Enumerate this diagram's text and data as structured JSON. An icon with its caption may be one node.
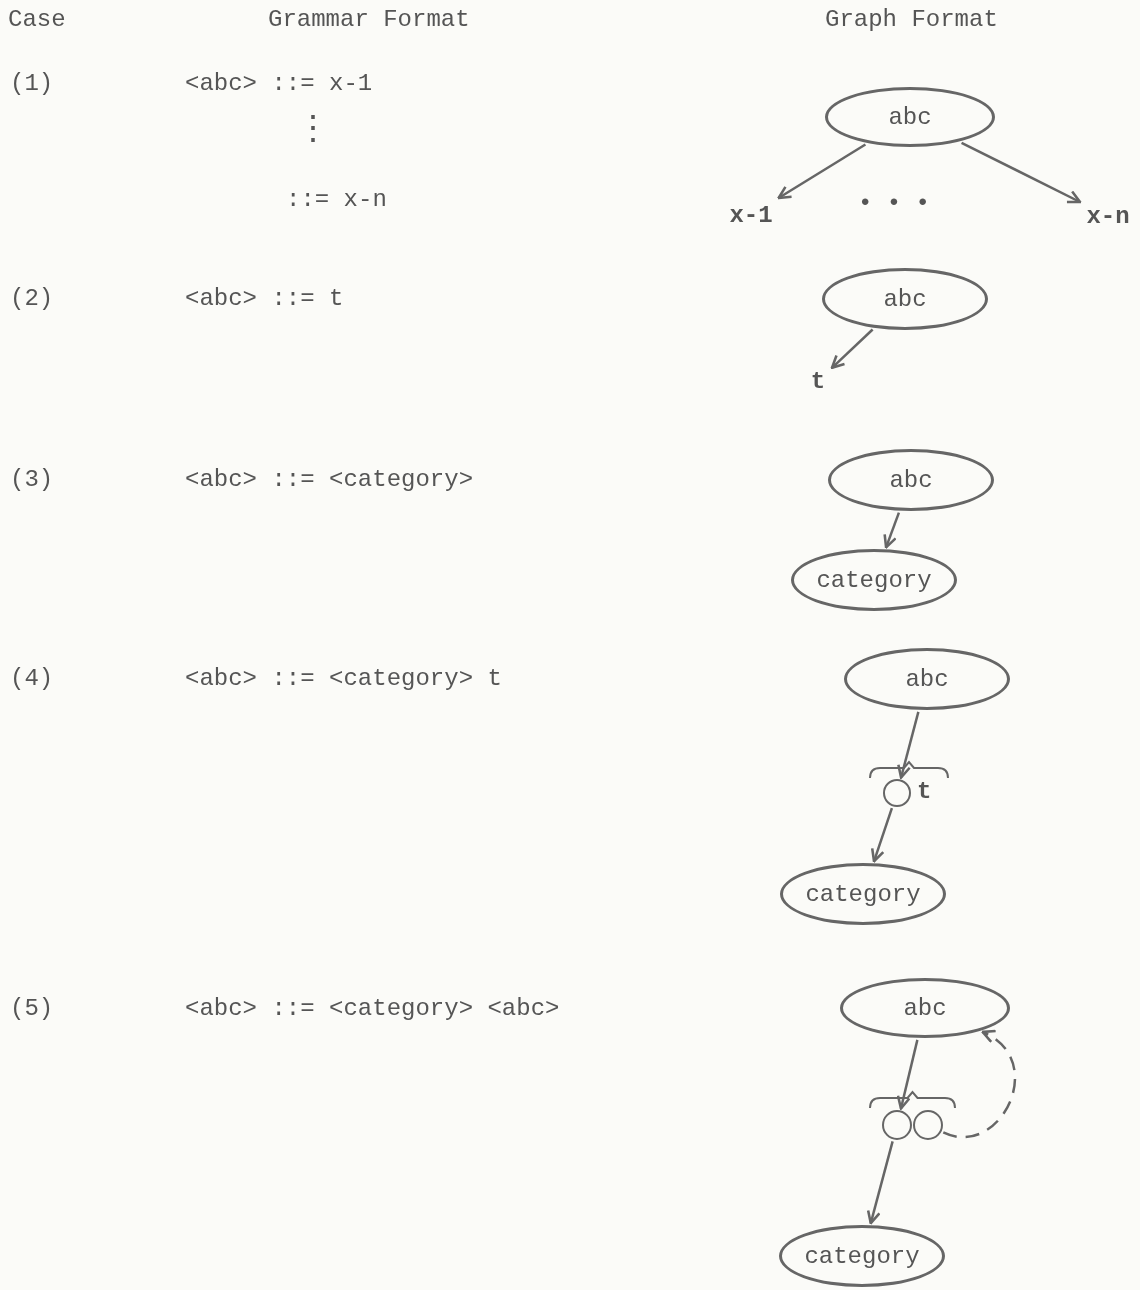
{
  "diagram": {
    "nodes": [
      {
        "text": [
          "abc"
        ]
      },
      {
        "text": [
          "x-1"
        ]
      },
      {
        "text": [
          "x-n"
        ]
      },
      {
        "text": [
          "abc"
        ]
      },
      {
        "text": [
          "t"
        ]
      },
      {
        "text": [
          "abc"
        ]
      },
      {
        "text": [
          "category"
        ]
      },
      {
        "text": [
          "abc"
        ]
      },
      {
        "text": [],
        "shape": "circle",
        "beside": [
          "t"
        ]
      },
      {
        "text": [
          "category"
        ]
      },
      {
        "text": [
          "abc"
        ]
      },
      {
        "text": [],
        "shape": "circle"
      },
      {
        "text": [],
        "shape": "circle"
      },
      {
        "text": [
          "category"
        ]
      }
    ],
    "edges": [
      {
        "from": 0,
        "to": 1,
        "arrow": "to"
      },
      {
        "from": 0,
        "to": 2,
        "arrow": "to"
      },
      {
        "from": 3,
        "to": 4,
        "arrow": "to"
      },
      {
        "from": 5,
        "to": 6,
        "arrow": "to"
      },
      {
        "from": 7,
        "to": 8,
        "arrow": "to"
      },
      {
        "from": 8,
        "to": 9,
        "arrow": "to"
      },
      {
        "from": 10,
        "to": 11,
        "arrow": "to"
      },
      {
        "from": 11,
        "to": 13,
        "arrow": "to"
      },
      {
        "from": 12,
        "to": 10,
        "arrow": "to",
        "style": "dashed"
      }
    ],
    "labels": [
      "Case",
      "Grammar Format",
      "Graph Format",
      "(1)",
      "<abc> ::= x-1",
      "⋮",
      "::= x-n",
      "• • •",
      "(2)",
      "<abc> ::= t",
      "(3)",
      "<abc> ::= <category>",
      "(4)",
      "<abc> ::= <category> t",
      "(5)",
      "<abc> ::= <category> <abc>"
    ]
  }
}
